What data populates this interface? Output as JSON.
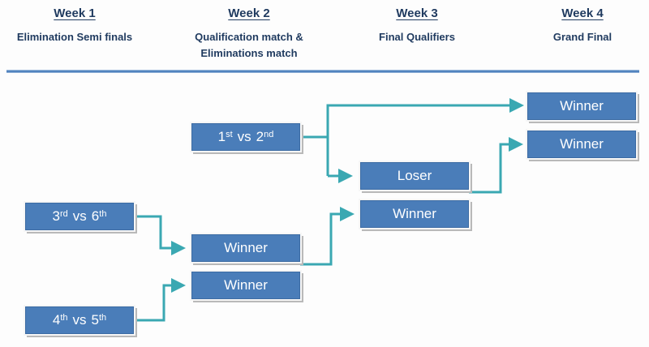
{
  "header": {
    "columns": [
      {
        "week": "Week 1",
        "subtitle": "Elimination Semi finals"
      },
      {
        "week": "Week 2",
        "subtitle": "Qualification match &\nEliminations match"
      },
      {
        "week": "Week 3",
        "subtitle": "Final Qualifiers"
      },
      {
        "week": "Week 4",
        "subtitle": "Grand Final"
      }
    ]
  },
  "matches": {
    "qual": {
      "a": "1",
      "a_sup": "st",
      "sep": "vs",
      "b": "2",
      "b_sup": "nd"
    },
    "semi1": {
      "a": "3",
      "a_sup": "rd",
      "sep": "vs",
      "b": "6",
      "b_sup": "th"
    },
    "semi2": {
      "a": "4",
      "a_sup": "th",
      "sep": "vs",
      "b": "5",
      "b_sup": "th"
    }
  },
  "labels": {
    "winner": "Winner",
    "loser": "Loser"
  },
  "colors": {
    "box_fill": "#4a7db9",
    "box_border": "#3c6ba3",
    "box_text": "#ffffff",
    "connector": "#3aa8b2",
    "header_text": "#1f3a5f",
    "divider": "#4f81bd"
  }
}
